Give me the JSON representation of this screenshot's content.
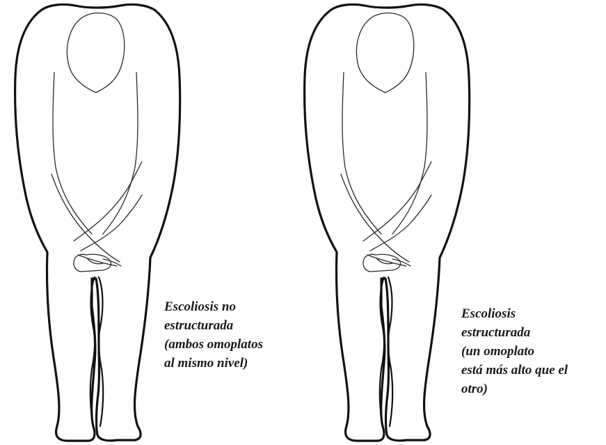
{
  "figures": [
    {
      "id": "left",
      "caption_lines": [
        "Escoliosis no",
        "estructurada",
        "(ambos omoplatos",
        "al mismo nivel)"
      ]
    },
    {
      "id": "right",
      "caption_lines": [
        "Escoliosis",
        "estructurada",
        "(un omoplato",
        "está más alto que el",
        "otro)"
      ]
    }
  ]
}
